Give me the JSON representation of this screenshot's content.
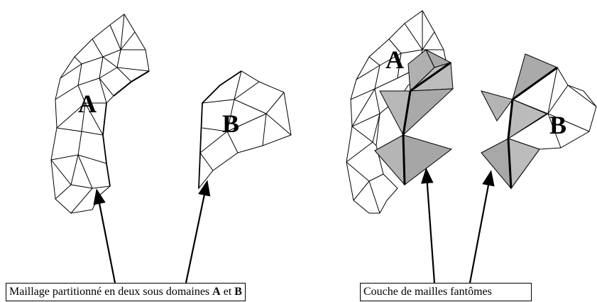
{
  "labels": {
    "left_a": "A",
    "left_b": "B",
    "right_a": "A",
    "right_b": "B"
  },
  "captions": {
    "left": {
      "text": "Maillage partitionné en deux sous domaines",
      "a": "A",
      "conj": "et",
      "b": "B"
    },
    "right": {
      "text": "Couche de mailles fantômes"
    }
  },
  "colors": {
    "mesh_line": "#000000",
    "ghost_fill": "#9a9a9a",
    "ghost_fill_light": "#c8c8c8",
    "background": "#ffffff"
  }
}
